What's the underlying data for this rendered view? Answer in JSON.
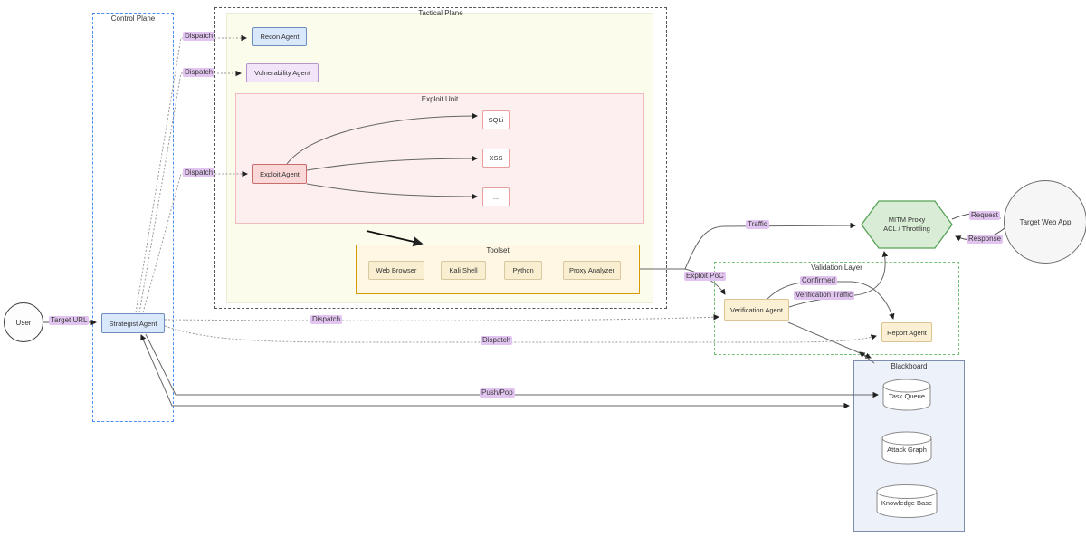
{
  "diagram": {
    "containers": {
      "control_plane": "Control Plane",
      "tactical_plane": "Tactical Plane",
      "exploit_unit": "Exploit Unit",
      "toolset": "Toolset",
      "validation_layer": "Validation Layer",
      "blackboard": "Blackboard"
    },
    "nodes": {
      "user": "User",
      "strategist": "Strategist Agent",
      "recon": "Recon Agent",
      "vulnerability": "Vulnerability Agent",
      "exploit": "Exploit Agent",
      "sqli": "SQLi",
      "xss": "XSS",
      "ellipsis": "...",
      "web_browser": "Web Browser",
      "kali_shell": "Kali Shell",
      "python": "Python",
      "proxy_analyzer": "Proxy Analyzer",
      "mitm_line1": "MITM Proxy",
      "mitm_line2": "ACL / Throttling",
      "target_web_app": "Target Web App",
      "verification": "Verification Agent",
      "report": "Report Agent",
      "task_queue": "Task Queue",
      "attack_graph": "Attack Graph",
      "knowledge_base": "Knowledge Base"
    },
    "edge_labels": {
      "target_url": "Target URL",
      "dispatch_recon": "Dispatch",
      "dispatch_vulnerability": "Dispatch",
      "dispatch_exploit": "Dispatch",
      "dispatch_verification": "Dispatch",
      "dispatch_report": "Dispatch",
      "push_pop": "Push/Pop",
      "traffic": "Traffic",
      "exploit_poc": "Exploit PoC",
      "confirmed": "Confirmed",
      "verification_traffic": "Verification Traffic",
      "request": "Request",
      "response": "Response"
    },
    "colors": {
      "node_blue_fill": "#dae8fc",
      "node_blue_stroke": "#6c8ebf",
      "node_purple_fill": "#f2e4f9",
      "node_purple_stroke": "#b794c9",
      "node_pink_fill": "#f9d8d7",
      "node_pink_stroke": "#c76d6d",
      "exploit_unit_fill": "#fdefef",
      "exploit_unit_stroke": "#f0bcbc",
      "toolset_fill": "#fff7e3",
      "toolset_stroke": "#d79b00",
      "tool_fill": "#faeed1",
      "cream_fill": "#fbf0d4",
      "cream_stroke": "#dcc392",
      "mitm_fill": "#d9ecd6",
      "mitm_stroke": "#57a257",
      "blackboard_fill": "#edf1f9",
      "blackboard_stroke": "#7d8db0",
      "control_plane_stroke": "#4c8ef7",
      "validation_stroke": "#79c17b",
      "edge_label_bg": "#e2c4f0",
      "tactical_fill": "#fcfcec"
    }
  }
}
